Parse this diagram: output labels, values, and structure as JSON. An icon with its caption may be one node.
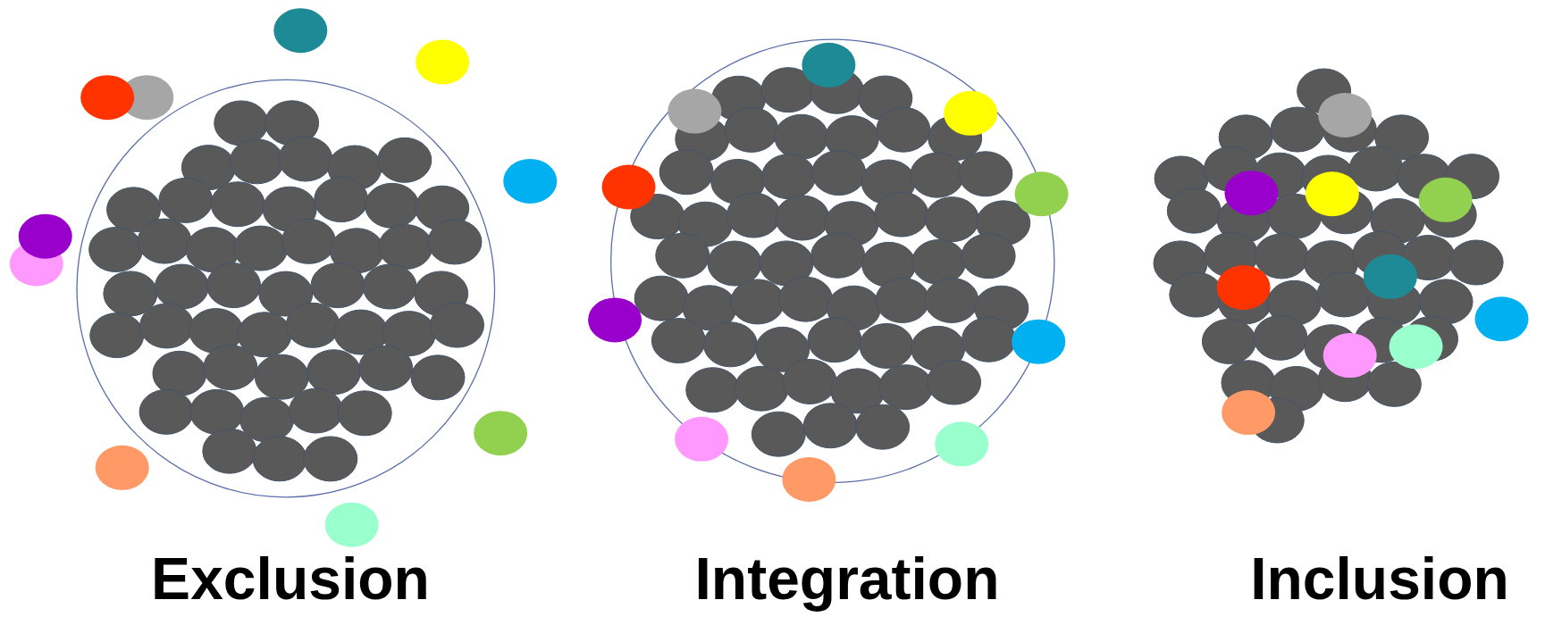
{
  "diagram": {
    "labels": [
      "Exclusion",
      "Integration",
      "Inclusion"
    ]
  }
}
